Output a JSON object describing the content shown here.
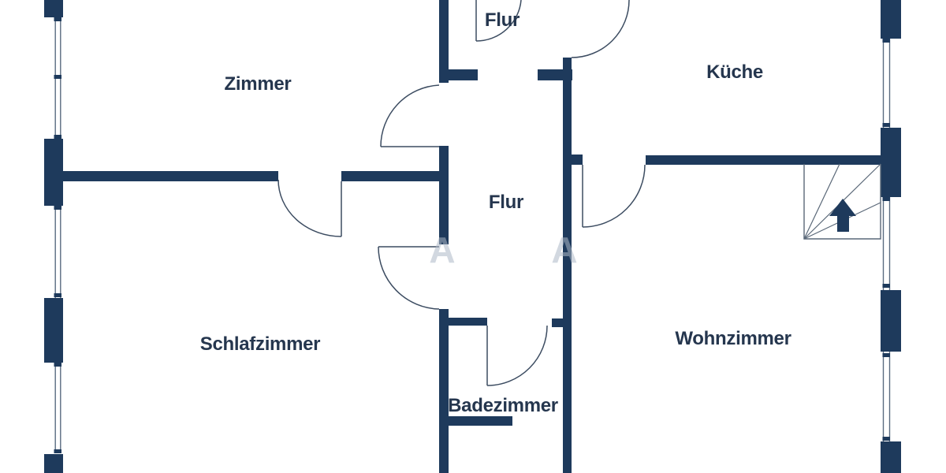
{
  "plan": {
    "type": "apartment-floorplan",
    "language": "de"
  },
  "rooms": [
    {
      "id": "flur-oben",
      "label": "Flur"
    },
    {
      "id": "zimmer",
      "label": "Zimmer"
    },
    {
      "id": "kueche",
      "label": "Küche"
    },
    {
      "id": "flur-mitte",
      "label": "Flur"
    },
    {
      "id": "schlafzimmer",
      "label": "Schlafzimmer"
    },
    {
      "id": "wohnzimmer",
      "label": "Wohnzimmer"
    },
    {
      "id": "badezimmer",
      "label": "Badezimmer"
    }
  ],
  "watermark": {
    "letters": [
      "A",
      "A"
    ]
  },
  "stairs": {
    "symbol": "winder-staircase",
    "direction_icon": "up-arrow"
  },
  "colors": {
    "wall": "#1e3a5c",
    "door_line": "#3c4c61",
    "window_line": "#5a6b80",
    "stair_line": "#5a6878",
    "label_text": "#25364e",
    "watermark": "#adb8c6",
    "background": "#ffffff"
  }
}
